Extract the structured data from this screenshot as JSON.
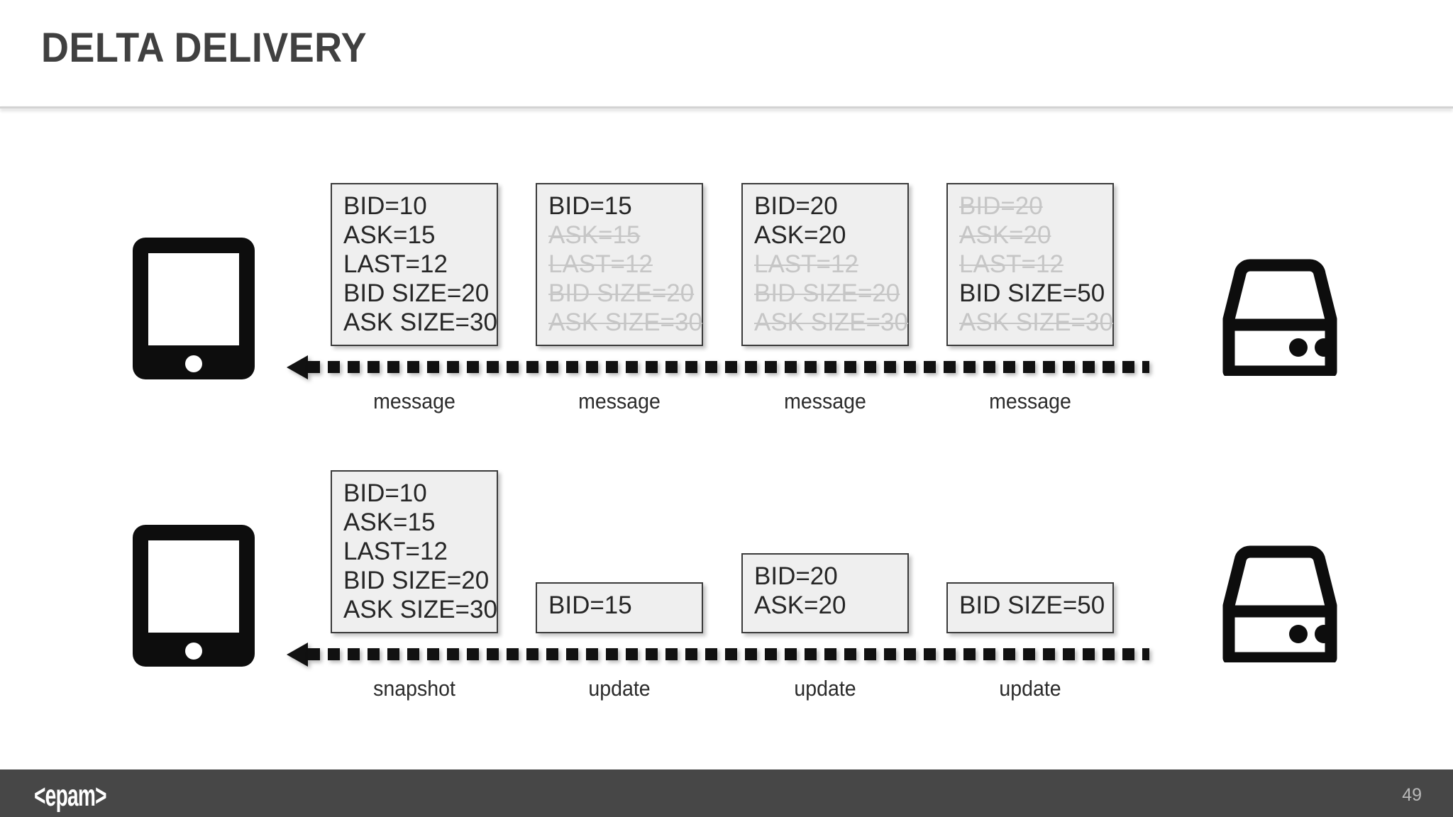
{
  "slide": {
    "title": "DELTA DELIVERY",
    "title_color": "#404040",
    "background": "#ffffff"
  },
  "footer": {
    "logo": "<epam>",
    "page_number": "49",
    "background": "#474747",
    "logo_color": "#ffffff",
    "page_number_color": "#b9b9b9"
  },
  "icons": {
    "client_tablet": "tablet-icon",
    "server_storage": "server-icon",
    "arrow": "left-arrow-dotted-icon"
  },
  "colors": {
    "box_fill": "#efefef",
    "box_border": "#3a3a3a",
    "active_text": "#262626",
    "struck_text": "#c6c6c6",
    "arrow": "#111111"
  },
  "rows": [
    {
      "id": "full-snapshot-row",
      "name": "message-delivery-row",
      "arrow_label_set": "message",
      "messages": [
        {
          "label": "message",
          "lines": [
            {
              "text": "BID=10",
              "struck": false
            },
            {
              "text": "ASK=15",
              "struck": false
            },
            {
              "text": "LAST=12",
              "struck": false
            },
            {
              "text": "BID SIZE=20",
              "struck": false
            },
            {
              "text": "ASK SIZE=30",
              "struck": false
            }
          ]
        },
        {
          "label": "message",
          "lines": [
            {
              "text": "BID=15",
              "struck": false
            },
            {
              "text": "ASK=15",
              "struck": true
            },
            {
              "text": "LAST=12",
              "struck": true
            },
            {
              "text": "BID SIZE=20",
              "struck": true
            },
            {
              "text": "ASK SIZE=30",
              "struck": true
            }
          ]
        },
        {
          "label": "message",
          "lines": [
            {
              "text": "BID=20",
              "struck": false
            },
            {
              "text": "ASK=20",
              "struck": false
            },
            {
              "text": "LAST=12",
              "struck": true
            },
            {
              "text": "BID SIZE=20",
              "struck": true
            },
            {
              "text": "ASK SIZE=30",
              "struck": true
            }
          ]
        },
        {
          "label": "message",
          "lines": [
            {
              "text": "BID=20",
              "struck": true
            },
            {
              "text": "ASK=20",
              "struck": true
            },
            {
              "text": "LAST=12",
              "struck": true
            },
            {
              "text": "BID SIZE=50",
              "struck": false
            },
            {
              "text": "ASK SIZE=30",
              "struck": true
            }
          ]
        }
      ]
    },
    {
      "id": "delta-delivery-row",
      "name": "delta-delivery-row",
      "arrow_label_set": "snapshot-update",
      "messages": [
        {
          "label": "snapshot",
          "lines": [
            {
              "text": "BID=10",
              "struck": false
            },
            {
              "text": "ASK=15",
              "struck": false
            },
            {
              "text": "LAST=12",
              "struck": false
            },
            {
              "text": "BID SIZE=20",
              "struck": false
            },
            {
              "text": "ASK SIZE=30",
              "struck": false
            }
          ]
        },
        {
          "label": "update",
          "lines": [
            {
              "text": "BID=15",
              "struck": false
            }
          ]
        },
        {
          "label": "update",
          "lines": [
            {
              "text": "BID=20",
              "struck": false
            },
            {
              "text": "ASK=20",
              "struck": false
            }
          ]
        },
        {
          "label": "update",
          "lines": [
            {
              "text": "BID SIZE=50",
              "struck": false
            }
          ]
        }
      ]
    }
  ]
}
